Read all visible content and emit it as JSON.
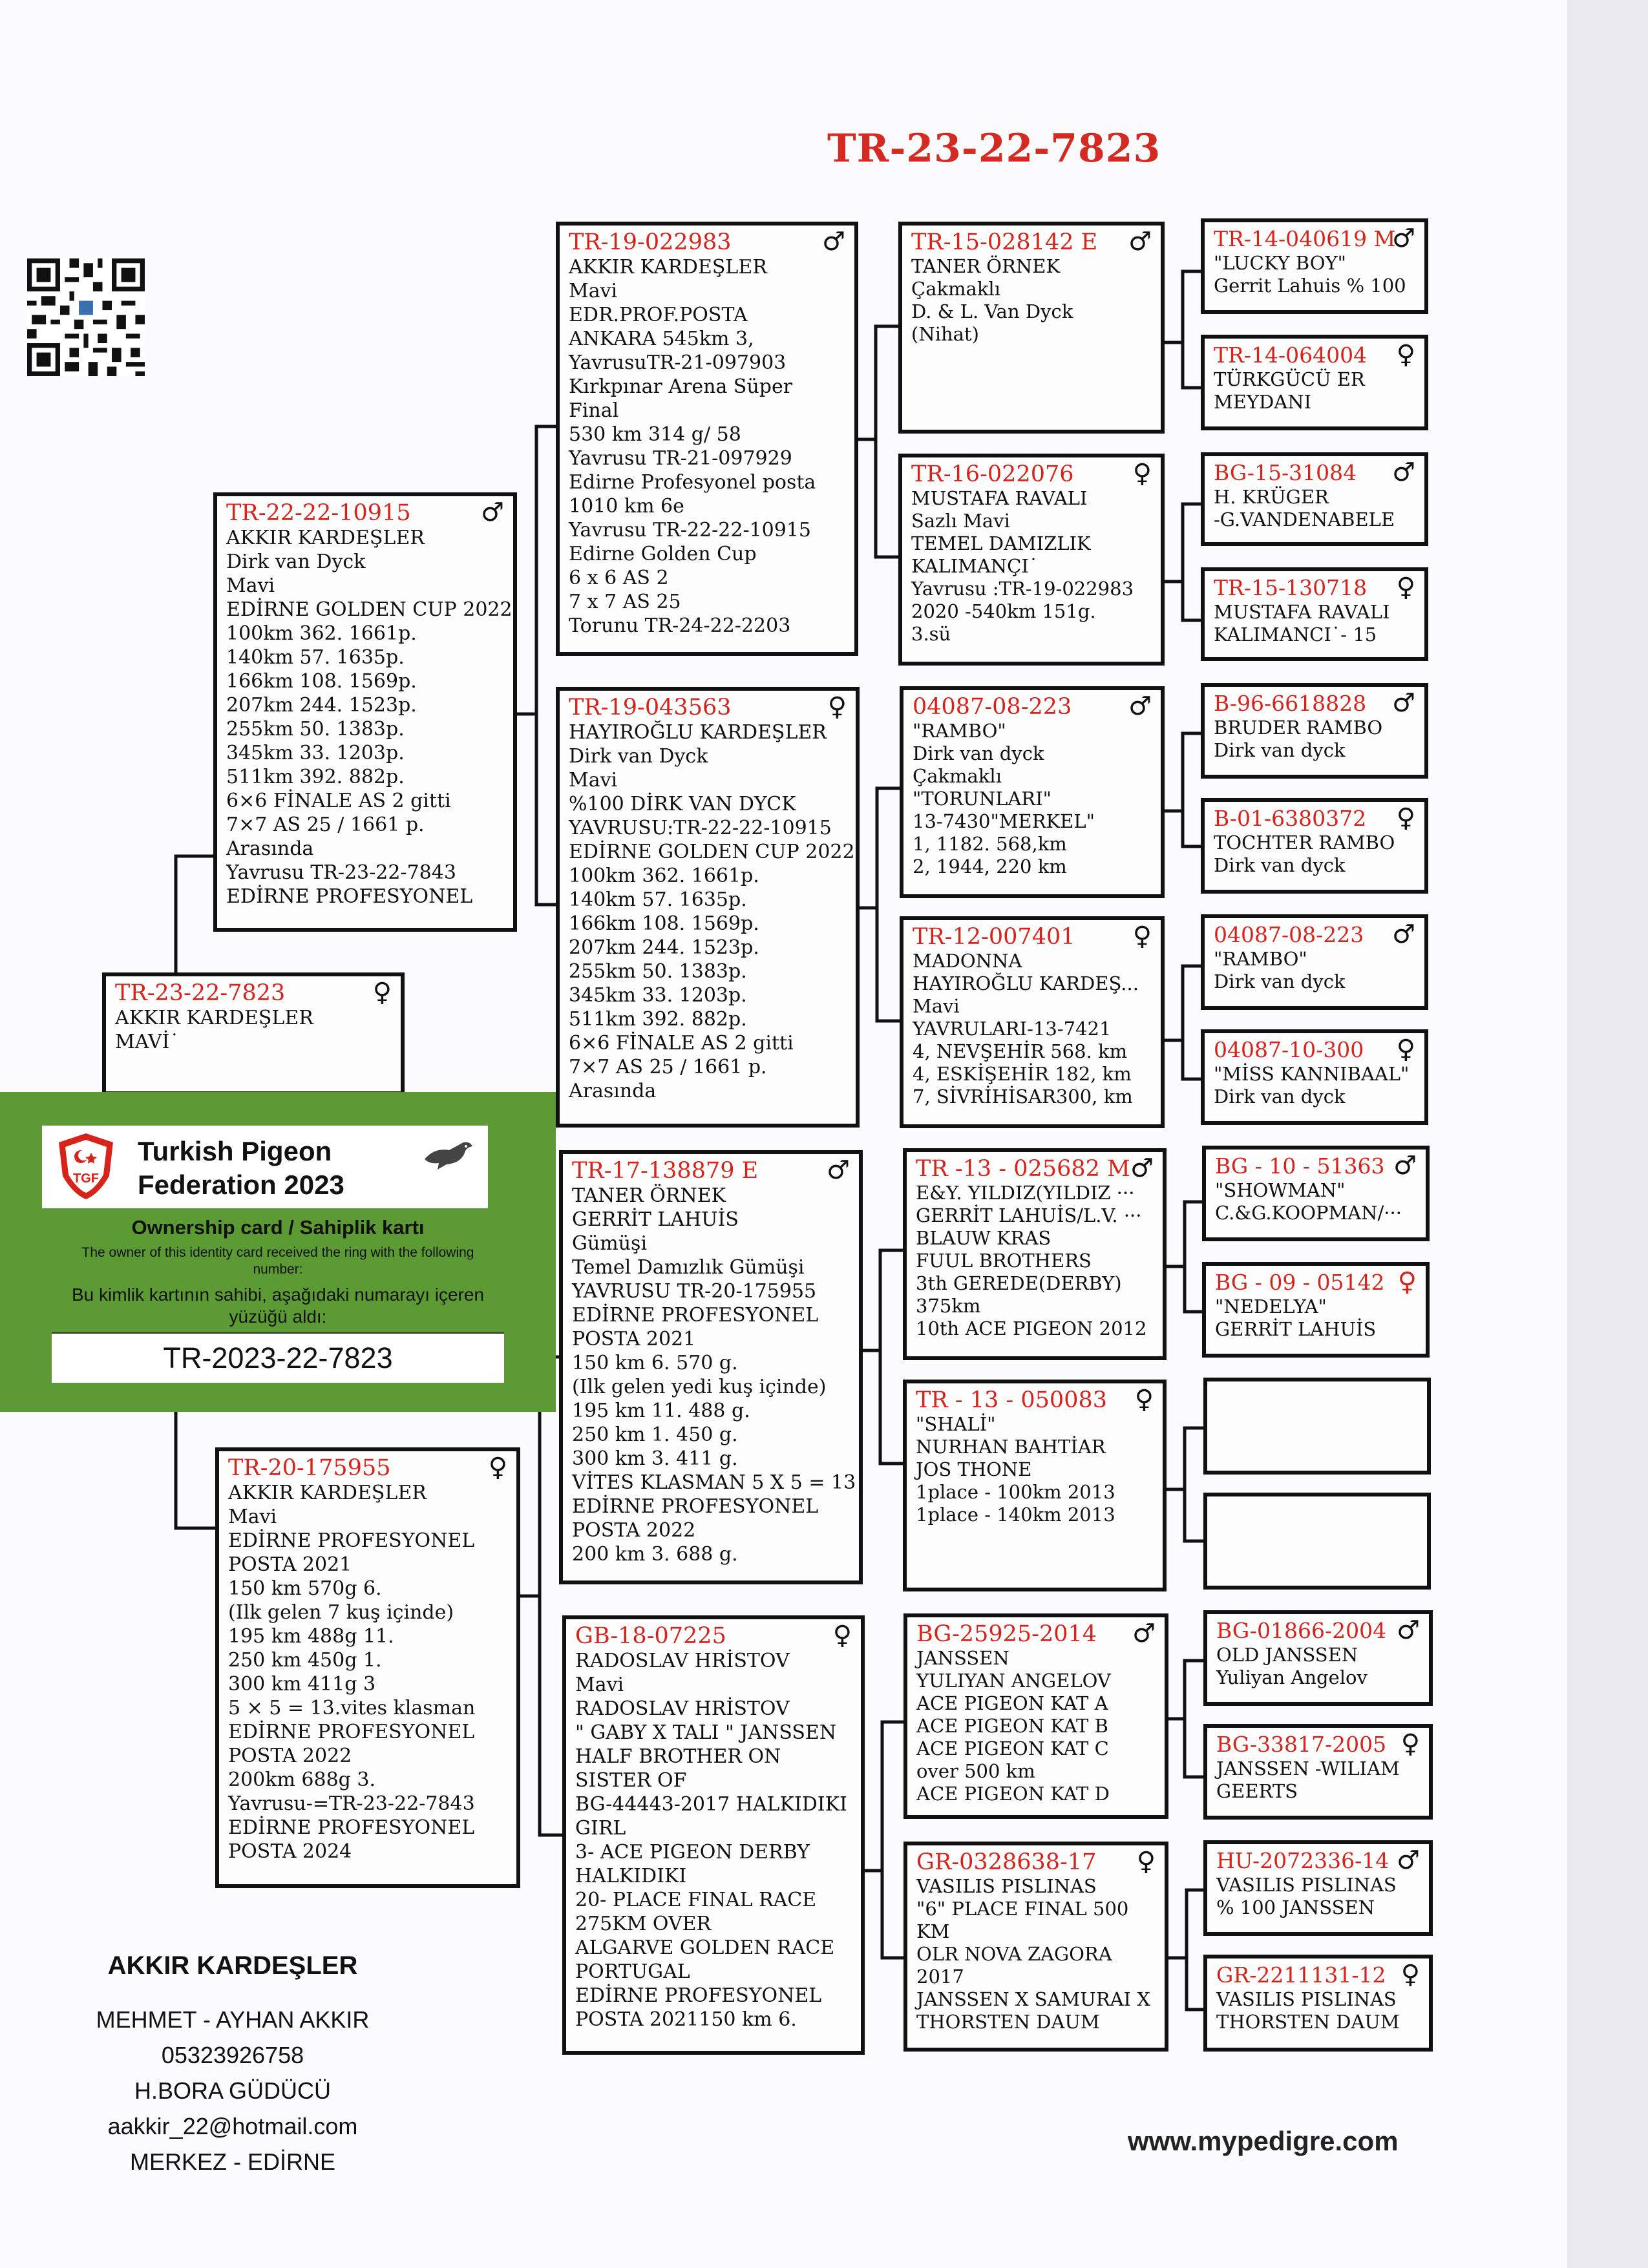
{
  "title": "TR-23-22-7823",
  "colors": {
    "ring": "#d8231b",
    "card_green": "#5c9a33"
  },
  "pigeon": {
    "ring": "TR-23-22-7823",
    "sex": "♀",
    "lines": [
      "AKKIR KARDEŞLER",
      "MAVİ˙"
    ]
  },
  "sire": {
    "ring": "TR-22-22-10915",
    "sex": "♂",
    "lines": [
      "AKKIR KARDEŞLER",
      "Dirk van Dyck",
      "Mavi",
      "EDİRNE GOLDEN CUP 2022",
      "100km 362.   1661p.",
      "140km  57.   1635p.",
      "166km 108.   1569p.",
      "207km 244.   1523p.",
      "255km  50.   1383p.",
      "345km  33.   1203p.",
      "511km 392.   882p.",
      "6×6 FİNALE AS 2 gitti",
      "7×7 AS 25 / 1661 p.",
      "Arasında",
      "Yavrusu TR-23-22-7843",
      "EDİRNE PROFESYONEL"
    ]
  },
  "dam": {
    "ring": "TR-20-175955",
    "sex": "♀",
    "lines": [
      "AKKIR KARDEŞLER",
      "Mavi",
      "EDİRNE PROFESYONEL",
      "POSTA 2021",
      "150 km    570g   6.",
      "(Ilk gelen 7 kuş içinde)",
      "195 km    488g  11.",
      "250 km    450g   1.",
      "300 km    411g   3",
      "5 × 5 = 13.vites klasman",
      "EDİRNE PROFESYONEL",
      "POSTA 2022",
      "200km    688g   3.",
      "Yavrusu-=TR-23-22-7843",
      "EDİRNE PROFESYONEL",
      "POSTA 2024"
    ]
  },
  "g2": [
    {
      "ring": "TR-19-022983",
      "sex": "♂",
      "lines": [
        "AKKIR KARDEŞLER",
        "Mavi",
        "EDR.PROF.POSTA",
        "ANKARA 545km 3,",
        "YavrusuTR-21-097903",
        "Kırkpınar Arena Süper",
        "Final",
        "530 km 314 g/ 58",
        "Yavrusu TR-21-097929",
        "Edirne Profesyonel posta",
        "1010 km 6e",
        "Yavrusu TR-22-22-10915",
        "Edirne Golden Cup",
        "6 x 6 AS 2",
        "7 x 7 AS 25",
        "Torunu TR-24-22-2203"
      ]
    },
    {
      "ring": "TR-19-043563",
      "sex": "♀",
      "lines": [
        "HAYIROĞLU KARDEŞLER",
        "Dirk van Dyck",
        "Mavi",
        "%100 DİRK VAN DYCK",
        "YAVRUSU:TR-22-22-10915",
        "EDİRNE GOLDEN CUP 2022",
        "100km 362.   1661p.",
        "140km  57.   1635p.",
        "166km 108.   1569p.",
        "207km 244.   1523p.",
        "255km  50.   1383p.",
        "345km  33.   1203p.",
        "511km 392.   882p.",
        "6×6 FİNALE AS 2 gitti",
        "7×7 AS 25 / 1661 p.",
        "Arasında"
      ]
    },
    {
      "ring": "TR-17-138879 E",
      "sex": "♂",
      "lines": [
        "TANER ÖRNEK",
        "GERRİT LAHUİS",
        "Gümüşi",
        "Temel Damızlık Gümüşi",
        "YAVRUSU TR-20-175955",
        "EDİRNE PROFESYONEL",
        "POSTA 2021",
        "150 km    6.   570 g.",
        "(Ilk gelen yedi kuş içinde)",
        "195 km   11.   488 g.",
        "250 km    1.   450 g.",
        "300 km    3.   411 g.",
        "VİTES KLASMAN 5 X 5 = 13",
        "EDİRNE PROFESYONEL",
        "POSTA 2022",
        "200 km    3.   688 g."
      ]
    },
    {
      "ring": "GB-18-07225",
      "sex": "♀",
      "lines": [
        "RADOSLAV HRİSTOV",
        "Mavi",
        "RADOSLAV HRİSTOV",
        "\" GABY X TALI \" JANSSEN",
        "HALF BROTHER ON",
        "SISTER OF",
        "BG-44443-2017 HALKIDIKI",
        "GIRL",
        "3- ACE PIGEON DERBY",
        "HALKIDIKI",
        "20- PLACE FINAL RACE",
        "275KM OVER",
        "ALGARVE GOLDEN RACE",
        "PORTUGAL",
        "EDİRNE PROFESYONEL",
        "POSTA 2021150 km    6."
      ]
    }
  ],
  "g3": [
    {
      "ring": "TR-15-028142 E",
      "sex": "♂",
      "lines": [
        "TANER ÖRNEK",
        "Çakmaklı",
        "D. & L. Van Dyck",
        "(Nihat)"
      ]
    },
    {
      "ring": "TR-16-022076",
      "sex": "♀",
      "lines": [
        "MUSTAFA RAVALI",
        "Sazlı Mavi",
        "TEMEL DAMIZLIK",
        "KALIMANÇI˙",
        "Yavrusu :TR-19-022983",
        "2020 -540km 151g.",
        "3.sü"
      ]
    },
    {
      "ring": "04087-08-223",
      "sex": "♂",
      "lines": [
        "\"RAMBO\"",
        "Dirk van dyck",
        "Çakmaklı",
        "\"TORUNLARI\"",
        "13-7430\"MERKEL\"",
        "1, 1182. 568,km",
        "2, 1944, 220 km"
      ]
    },
    {
      "ring": "TR-12-007401",
      "sex": "♀",
      "lines": [
        "MADONNA",
        "HAYIROĞLU KARDEŞ...",
        "Mavi",
        "YAVRULARI-13-7421",
        "4, NEVŞEHİR 568. km",
        "4, ESKİŞEHİR 182, km",
        "7, SİVRİHİSAR300, km"
      ]
    },
    {
      "ring": "TR -13 - 025682 M",
      "sex": "♂",
      "lines": [
        "E&Y. YILDIZ(YILDIZ ···",
        "GERRİT LAHUİS/L.V. ···",
        "BLAUW KRAS",
        "FUUL BROTHERS",
        "3th GEREDE(DERBY)",
        "375km",
        "10th ACE PIGEON 2012"
      ]
    },
    {
      "ring": "TR - 13 - 050083",
      "sex": "♀",
      "lines": [
        "\"SHALİ\"",
        "NURHAN BAHTİAR",
        "JOS THONE",
        "1place - 100km 2013",
        "1place - 140km 2013"
      ]
    },
    {
      "ring": "BG-25925-2014",
      "sex": "♂",
      "lines": [
        "JANSSEN",
        "YULIYAN ANGELOV",
        "ACE PIGEON KAT A",
        "ACE PIGEON KAT B",
        "ACE PIGEON KAT C",
        "over 500 km",
        "ACE PIGEON KAT D"
      ]
    },
    {
      "ring": "GR-0328638-17",
      "sex": "♀",
      "lines": [
        "VASILIS PISLINAS",
        "\"6\" PLACE FINAL 500",
        "KM",
        "OLR NOVA ZAGORA",
        "2017",
        "JANSSEN X SAMURAI X",
        "THORSTEN DAUM"
      ]
    }
  ],
  "g4": [
    {
      "ring": "TR-14-040619 M",
      "sex": "♂",
      "lines": [
        "\"LUCKY BOY\"",
        "Gerrit Lahuis % 100"
      ]
    },
    {
      "ring": "TR-14-064004",
      "sex": "♀",
      "lines": [
        "TÜRKGÜCÜ ER",
        "MEYDANI"
      ]
    },
    {
      "ring": "BG-15-31084",
      "sex": "♂",
      "lines": [
        "H. KRÜGER",
        "-G.VANDENABELE"
      ]
    },
    {
      "ring": "TR-15-130718",
      "sex": "♀",
      "lines": [
        "MUSTAFA RAVALI",
        "KALIMANCI˙- 15"
      ]
    },
    {
      "ring": "B-96-6618828",
      "sex": "♂",
      "lines": [
        "BRUDER RAMBO",
        "Dirk van dyck"
      ]
    },
    {
      "ring": "B-01-6380372",
      "sex": "♀",
      "lines": [
        "TOCHTER RAMBO",
        "Dirk van dyck"
      ]
    },
    {
      "ring": "04087-08-223",
      "sex": "♂",
      "lines": [
        "\"RAMBO\"",
        "Dirk van dyck"
      ]
    },
    {
      "ring": "04087-10-300",
      "sex": "♀",
      "lines": [
        "\"MİSS KANNIBAAL\"",
        "Dirk van dyck"
      ]
    },
    {
      "ring": "BG - 10 - 51363",
      "sex": "♂",
      "lines": [
        "\"SHOWMAN\"",
        "C.&G.KOOPMAN/···"
      ]
    },
    {
      "ring": "BG - 09 - 05142",
      "sex": "♀",
      "lines": [
        "\"NEDELYA\"",
        "GERRİT LAHUİS"
      ]
    },
    {
      "ring": "",
      "sex": "",
      "lines": []
    },
    {
      "ring": "",
      "sex": "",
      "lines": []
    },
    {
      "ring": "BG-01866-2004",
      "sex": "♂",
      "lines": [
        "OLD JANSSEN",
        "Yuliyan Angelov"
      ]
    },
    {
      "ring": "BG-33817-2005",
      "sex": "♀",
      "lines": [
        "JANSSEN -WILIAM",
        "GEERTS"
      ]
    },
    {
      "ring": "HU-2072336-14",
      "sex": "♂",
      "lines": [
        "VASILIS PISLINAS",
        "% 100 JANSSEN"
      ]
    },
    {
      "ring": "GR-2211131-12",
      "sex": "♀",
      "lines": [
        "VASILIS PISLINAS",
        "THORSTEN DAUM"
      ]
    }
  ],
  "card": {
    "logo_text": "TGF",
    "federation_line1": "Turkish Pigeon",
    "federation_line2": "Federation 2023",
    "title": "Ownership card / Sahiplik kartı",
    "text_en": "The owner of this identity card received the ring with the following number:",
    "text_tr": "Bu kimlik kartının sahibi, aşağıdaki numarayı içeren yüzüğü aldı:",
    "number": "TR-2023-22-7823"
  },
  "owner": {
    "name": "AKKIR KARDEŞLER",
    "lines": [
      "MEHMET - AYHAN AKKIR",
      "05323926758",
      "H.BORA GÜDÜCÜ",
      "aakkir_22@hotmail.com",
      "MERKEZ - EDİRNE"
    ]
  },
  "website": "www.mypedigre.com"
}
